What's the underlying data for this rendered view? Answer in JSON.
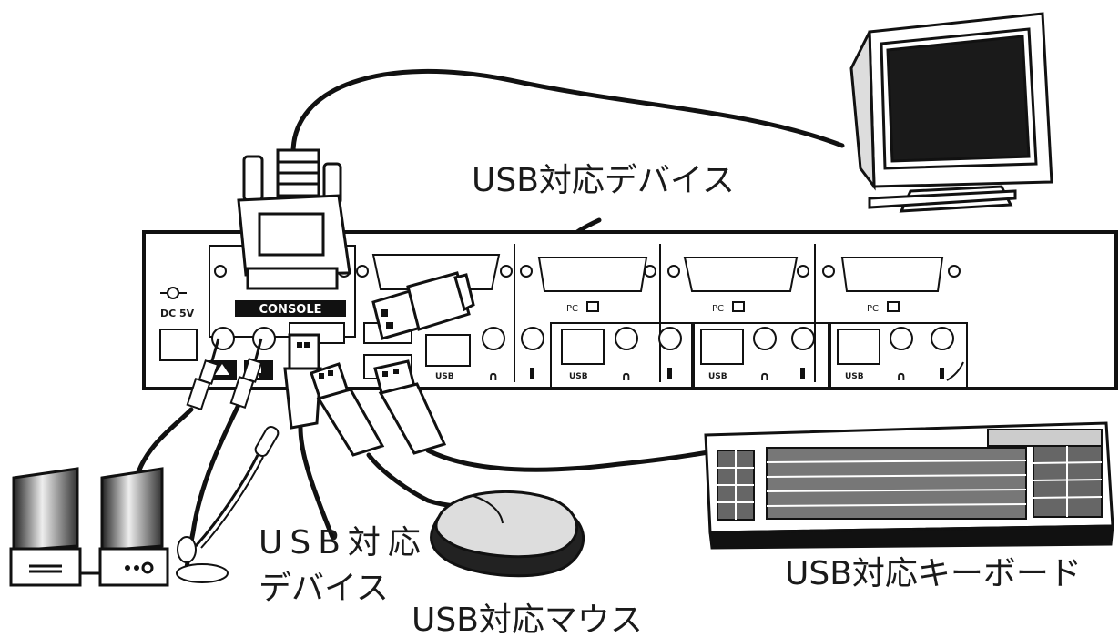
{
  "labels": {
    "usb_device_top": "USB対応デバイス",
    "usb_device_bottom_line1": "USB対応",
    "usb_device_bottom_line2": "デバイス",
    "usb_mouse": "USB対応マウス",
    "usb_keyboard": "USB対応キーボード"
  },
  "panel": {
    "console_label": "CONSOLE",
    "power_label": "DC 5V",
    "port_pc_label": "PC",
    "usb_port_label": "USB"
  },
  "icons": [
    "speaker-icon",
    "microphone-icon",
    "headphone-icon",
    "power-jack-icon"
  ]
}
